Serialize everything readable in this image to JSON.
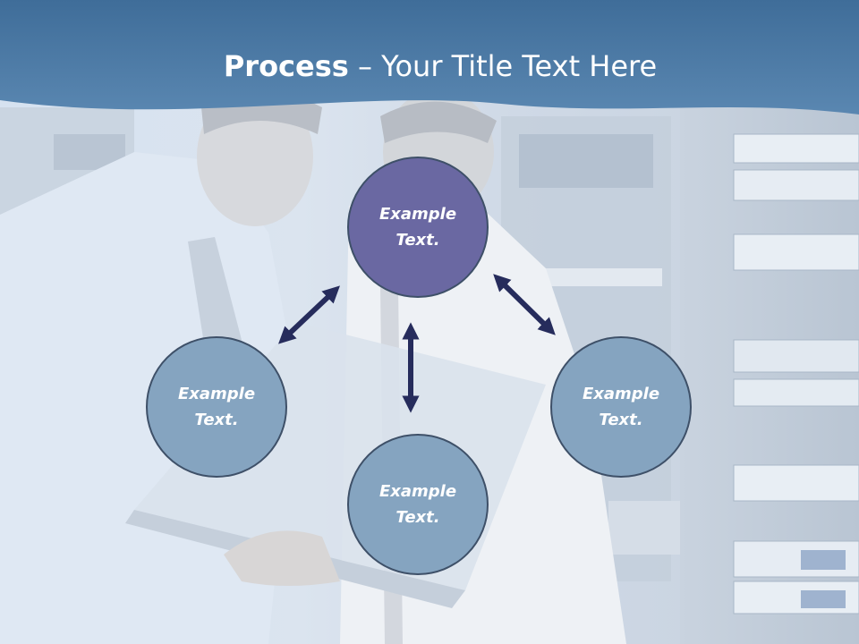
{
  "slide": {
    "title_bold": "Process",
    "title_rest": " – Your Title Text Here"
  },
  "diagram": {
    "nodes": [
      {
        "id": "top",
        "label": "Example Text."
      },
      {
        "id": "left",
        "label": "Example Text."
      },
      {
        "id": "bottom",
        "label": "Example Text."
      },
      {
        "id": "right",
        "label": "Example Text."
      }
    ]
  },
  "colors": {
    "header_band": "#4d7aa6",
    "top_node": "#6a68a2",
    "side_node": "#85a4c0",
    "node_border": "#3e5068",
    "arrow": "#262c5c"
  }
}
